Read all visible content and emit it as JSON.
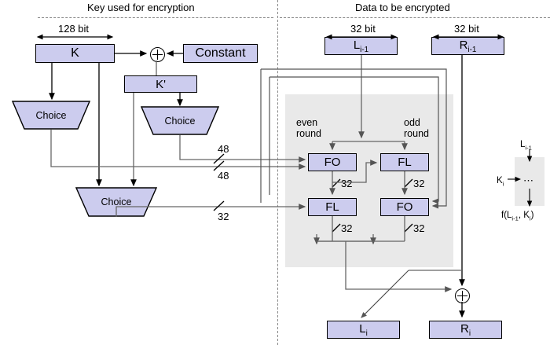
{
  "diagram": {
    "title_left": "Key used for encryption",
    "title_right": "Data to be encrypted",
    "key_side": {
      "dimension_label": "128 bit",
      "key_box": "K",
      "constant_box": "Constant",
      "kprime_box": "K'",
      "choice_1": "Choice",
      "choice_2": "Choice",
      "choice_3": "Choice",
      "width_48_a": "48",
      "width_48_b": "48",
      "width_32": "32",
      "xor_symbol": "⊕"
    },
    "data_side": {
      "dim_left": "32 bit",
      "dim_right": "32 bit",
      "left_input": "L",
      "left_input_sub": "i-1",
      "right_input": "R",
      "right_input_sub": "i-1",
      "even_round": "even\nround",
      "even_round_l1": "even",
      "even_round_l2": "round",
      "odd_round_l1": "odd",
      "odd_round_l2": "round",
      "fo_1": "FO",
      "fl_1": "FL",
      "fl_2": "FL",
      "fo_2": "FO",
      "w32_a": "32",
      "w32_b": "32",
      "w32_c": "32",
      "w32_d": "32",
      "left_output": "L",
      "left_output_sub": "i",
      "right_output": "R",
      "right_output_sub": "i",
      "xor_symbol": "⊕"
    },
    "legend": {
      "input": "L",
      "input_sub": "i-1",
      "key": "K",
      "key_sub": "i",
      "body": "⋯",
      "output": "f(L",
      "output_sub": "i-1",
      "output_mid": ", K",
      "output_sub2": "i",
      "output_end": ")"
    },
    "colors": {
      "box_fill": "#ccccee",
      "box_border": "#000000",
      "grey_panel": "#e9e9e9",
      "wire": "#666666",
      "wire_dark": "#000000"
    }
  }
}
